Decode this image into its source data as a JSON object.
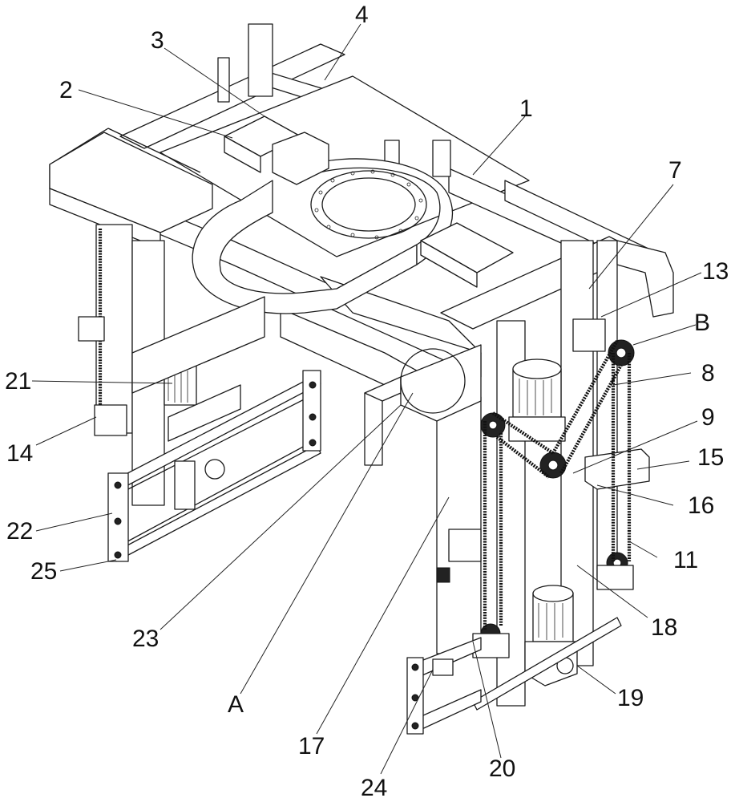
{
  "figure": {
    "type": "patent-drawing",
    "view": "isometric",
    "callouts": [
      {
        "id": "c1",
        "label": "1"
      },
      {
        "id": "c2",
        "label": "2"
      },
      {
        "id": "c3",
        "label": "3"
      },
      {
        "id": "c4",
        "label": "4"
      },
      {
        "id": "c7",
        "label": "7"
      },
      {
        "id": "c13",
        "label": "13"
      },
      {
        "id": "cB",
        "label": "B"
      },
      {
        "id": "c8",
        "label": "8"
      },
      {
        "id": "c9",
        "label": "9"
      },
      {
        "id": "c15",
        "label": "15"
      },
      {
        "id": "c16",
        "label": "16"
      },
      {
        "id": "c11",
        "label": "11"
      },
      {
        "id": "c18",
        "label": "18"
      },
      {
        "id": "c19",
        "label": "19"
      },
      {
        "id": "c20",
        "label": "20"
      },
      {
        "id": "c24",
        "label": "24"
      },
      {
        "id": "c17",
        "label": "17"
      },
      {
        "id": "cA",
        "label": "A"
      },
      {
        "id": "c23",
        "label": "23"
      },
      {
        "id": "c25",
        "label": "25"
      },
      {
        "id": "c22",
        "label": "22"
      },
      {
        "id": "c14",
        "label": "14"
      },
      {
        "id": "c21",
        "label": "21"
      }
    ]
  }
}
